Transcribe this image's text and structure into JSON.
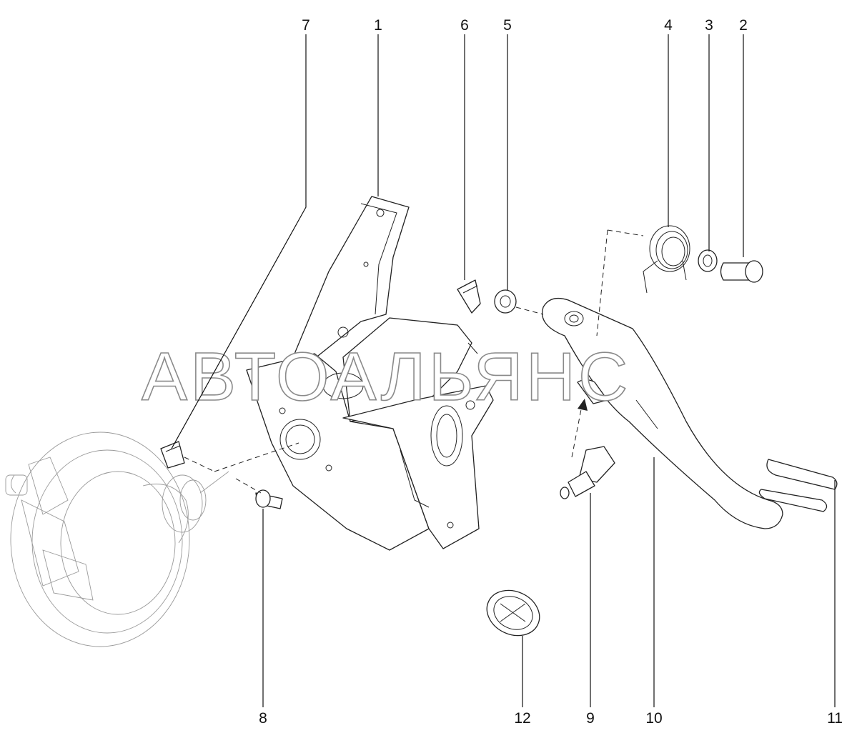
{
  "callouts": [
    {
      "id": "1",
      "label": "1"
    },
    {
      "id": "2",
      "label": "2"
    },
    {
      "id": "3",
      "label": "3"
    },
    {
      "id": "4",
      "label": "4"
    },
    {
      "id": "5",
      "label": "5"
    },
    {
      "id": "6",
      "label": "6"
    },
    {
      "id": "7",
      "label": "7"
    },
    {
      "id": "8",
      "label": "8"
    },
    {
      "id": "9",
      "label": "9"
    },
    {
      "id": "10",
      "label": "10"
    },
    {
      "id": "11",
      "label": "11"
    },
    {
      "id": "12",
      "label": "12"
    }
  ],
  "watermark": "АВТОАЛЬЯНС"
}
